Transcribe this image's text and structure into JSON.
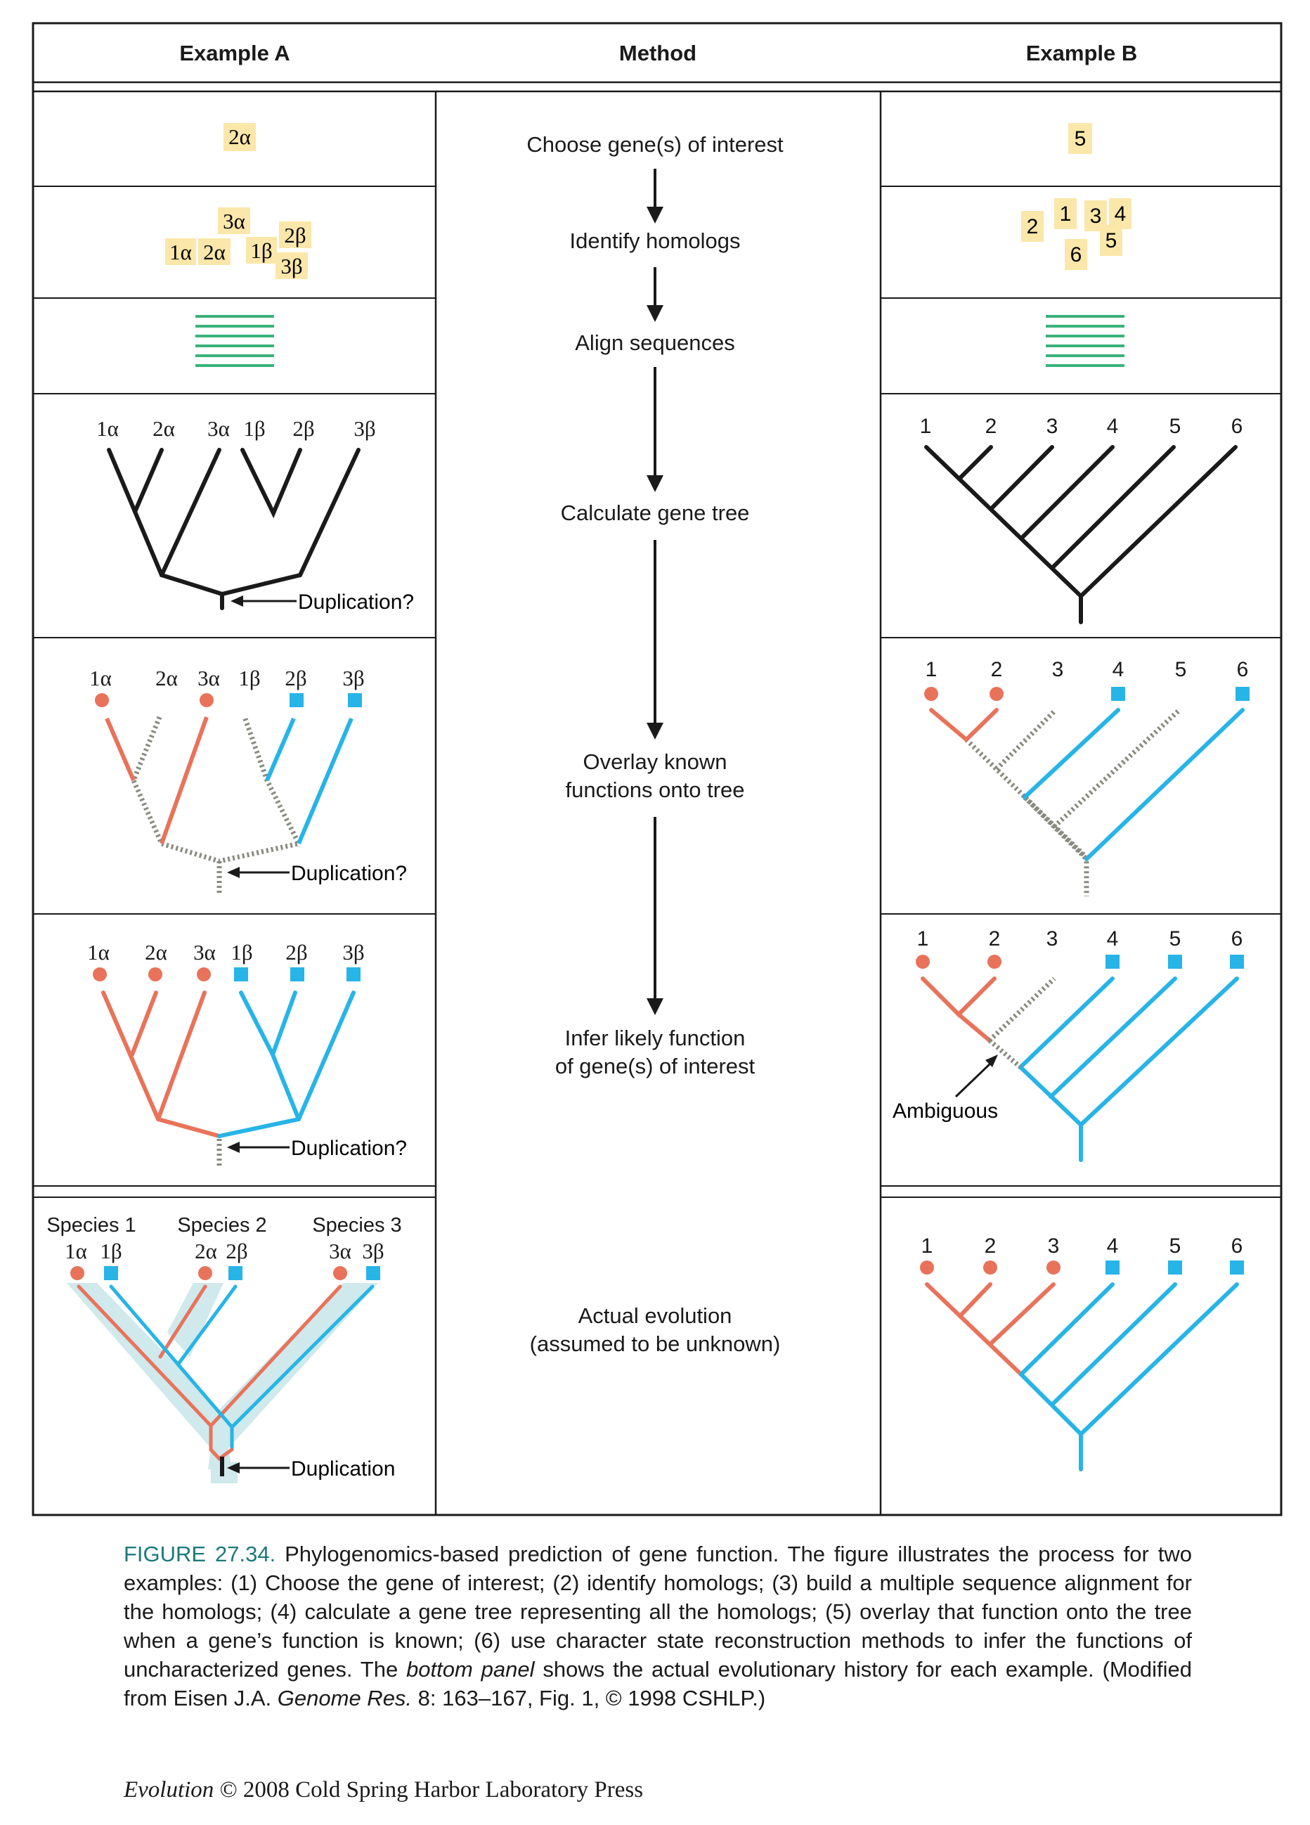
{
  "headers": {
    "a": "Example A",
    "method": "Method",
    "b": "Example B"
  },
  "steps": [
    "Choose gene(s) of interest",
    "Identify homologs",
    "Align sequences",
    "Calculate gene tree",
    "Overlay known",
    "functions onto tree",
    "Infer likely function",
    "of gene(s) of interest",
    "Actual evolution",
    "(assumed to be unknown)"
  ],
  "labels_a": {
    "a1": "1α",
    "a2": "2α",
    "a3": "3α",
    "b1": "1β",
    "b2": "2β",
    "b3": "3β"
  },
  "labels_b": [
    "1",
    "2",
    "3",
    "4",
    "5",
    "6"
  ],
  "chosen_a": "2α",
  "chosen_b": "5",
  "duplication_q": "Duplication?",
  "duplication": "Duplication",
  "ambiguous": "Ambiguous",
  "species": [
    "Species 1",
    "Species 2",
    "Species 3"
  ],
  "caption": {
    "label": "FIGURE 27.34.",
    "part1": " Phylogenomics-based prediction of gene function. The figure illustrates the process for two examples: (1) Choose the gene of interest; (2) identify homologs; (3) build a multiple sequence alignment for the homologs; (4) calculate a gene tree representing all the homologs; (5) overlay that function onto the tree when a gene’s function is known; (6) use character state reconstruction methods to infer the functions of uncharacterized genes. The ",
    "italic1": "bottom panel",
    "part2": " shows the actual evolutionary history for each example. (Modified from Eisen J.A. ",
    "italic2": "Genome Res.",
    "part3": " 8: 163–167, Fig. 1, © 1998 CSHLP.)"
  },
  "credit_italic": "Evolution",
  "credit_rest": " © 2008 Cold Spring Harbor Laboratory Press",
  "colors": {
    "orange": "#e8735a",
    "blue": "#27b4e6",
    "green": "#3ab27a",
    "gray": "#8a8a80",
    "note": "#fbe7a9",
    "halo": "#cfe9ec"
  }
}
